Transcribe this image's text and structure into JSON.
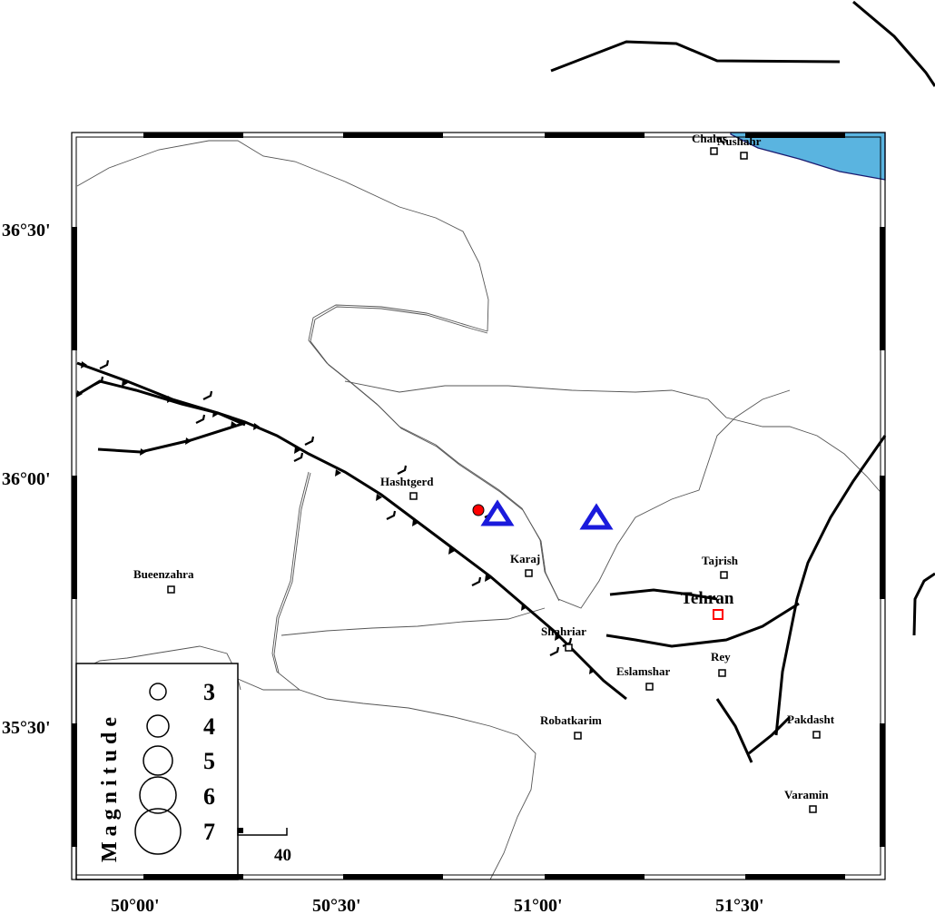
{
  "map": {
    "latitude_ticks": [
      "36°30'",
      "36°00'",
      "35°30'"
    ],
    "longitude_ticks": [
      "50°00'",
      "50°30'",
      "51°00'",
      "51°30'"
    ],
    "scale_bar_label": "40",
    "colors": {
      "sea": "#5ab4e0",
      "earthquake_marker": "#ff0000",
      "station_marker": "#1a1adc",
      "capital_marker": "#ff0000",
      "fault_line": "#000000",
      "border_line": "#555555"
    },
    "cities": [
      {
        "name": "Chalus"
      },
      {
        "name": "Nushahr"
      },
      {
        "name": "Hashtgerd"
      },
      {
        "name": "Karaj"
      },
      {
        "name": "Bueenzahra"
      },
      {
        "name": "Tajrish"
      },
      {
        "name": "Shahriar"
      },
      {
        "name": "Eslamshar"
      },
      {
        "name": "Rey"
      },
      {
        "name": "Robatkarim"
      },
      {
        "name": "Pakdasht"
      },
      {
        "name": "Varamin"
      }
    ],
    "capital": {
      "name": "Tehran"
    },
    "legend": {
      "title": "Magnitude",
      "magnitudes": [
        "3",
        "4",
        "5",
        "6",
        "7"
      ]
    }
  }
}
